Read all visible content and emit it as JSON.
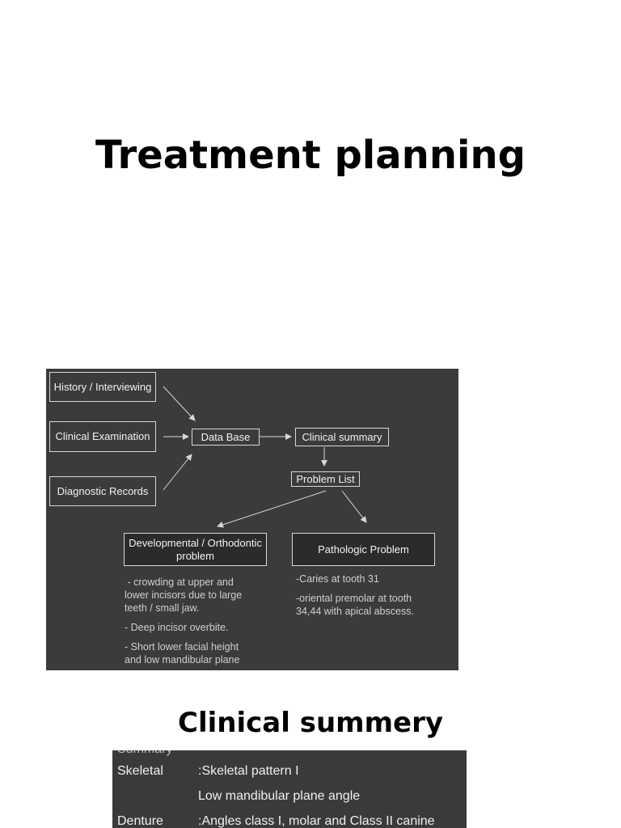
{
  "title": "Treatment planning",
  "flowchart": {
    "boxes": {
      "history": "History / Interviewing",
      "clinical_exam": "Clinical Examination",
      "diagnostic_records": "Diagnostic Records",
      "data_base": "Data Base",
      "clinical_summary": "Clinical summary",
      "problem_list": "Problem List",
      "developmental_line1": "Developmental / Orthodontic",
      "developmental_line2": "problem",
      "pathologic": "Pathologic Problem"
    },
    "developmental_notes": [
      " - crowding at upper and",
      "lower incisors due to large",
      "teeth / small jaw.",
      "- Deep incisor overbite.",
      "- Short lower facial height",
      "and low mandibular plane"
    ],
    "pathologic_notes": [
      "-Caries at tooth 31",
      "-oriental premolar at tooth",
      "34,44 with apical abscess."
    ]
  },
  "subtitle": "Clinical summery",
  "summary": {
    "cut_heading": "Summary",
    "rows": [
      {
        "label": "Skeletal",
        "value": ":Skeletal pattern I"
      },
      {
        "label": "",
        "value": "Low mandibular plane angle"
      },
      {
        "label": "Denture",
        "value": ":Angles class I, molar and Class II canine"
      }
    ]
  }
}
